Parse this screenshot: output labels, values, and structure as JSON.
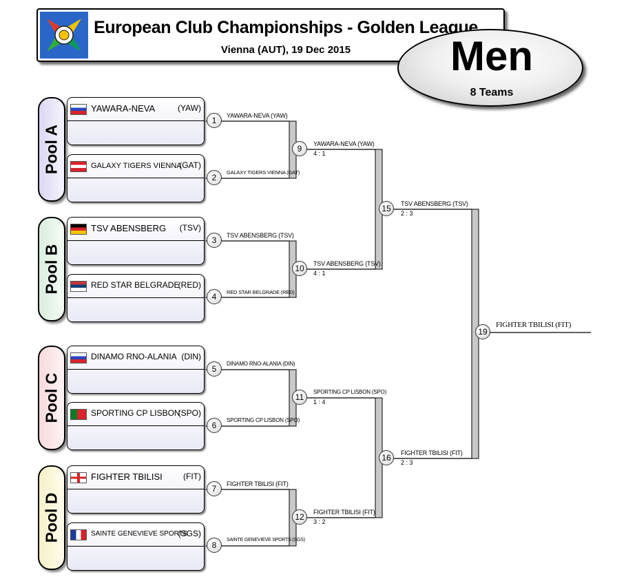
{
  "header": {
    "title": "European Club Championships - Golden League",
    "subtitle": "Vienna (AUT), 19 Dec 2015",
    "category": "Men",
    "teams_count": "8 Teams"
  },
  "pools": [
    "Pool A",
    "Pool B",
    "Pool C",
    "Pool D"
  ],
  "teams": [
    {
      "name": "YAWARA-NEVA",
      "code": "(YAW)",
      "flag": "russia"
    },
    {
      "name": "GALAXY TIGERS VIENNA",
      "code": "(GAT)",
      "flag": "austria"
    },
    {
      "name": "TSV ABENSBERG",
      "code": "(TSV)",
      "flag": "germany"
    },
    {
      "name": "RED STAR BELGRADE",
      "code": "(RED)",
      "flag": "serbia"
    },
    {
      "name": "DINAMO RNO-ALANIA",
      "code": "(DIN)",
      "flag": "russia"
    },
    {
      "name": "SPORTING CP LISBON",
      "code": "(SPO)",
      "flag": "portugal"
    },
    {
      "name": "FIGHTER TBILISI",
      "code": "(FIT)",
      "flag": "georgia"
    },
    {
      "name": "SAINTE GENEVIEVE SPORTS",
      "code": "(SGS)",
      "flag": "france"
    }
  ],
  "round1": [
    {
      "num": "1",
      "label": "YAWARA-NEVA  (YAW)"
    },
    {
      "num": "2",
      "label": "GALAXY TIGERS VIENNA  (GAT)"
    },
    {
      "num": "3",
      "label": "TSV ABENSBERG  (TSV)"
    },
    {
      "num": "4",
      "label": "RED STAR BELGRADE  (RED)"
    },
    {
      "num": "5",
      "label": "DINAMO RNO-ALANIA  (DIN)"
    },
    {
      "num": "6",
      "label": "SPORTING CP LISBON  (SPO)"
    },
    {
      "num": "7",
      "label": "FIGHTER TBILISI  (FIT)"
    },
    {
      "num": "8",
      "label": "SAINTE GENEVIEVE SPORTS  (SGS)"
    }
  ],
  "quarterfinals": [
    {
      "num": "9",
      "winner": "YAWARA-NEVA  (YAW)",
      "score": "4 : 1"
    },
    {
      "num": "10",
      "winner": "TSV ABENSBERG  (TSV)",
      "score": "4 : 1"
    },
    {
      "num": "11",
      "winner": "SPORTING CP LISBON  (SPO)",
      "score": "1 : 4"
    },
    {
      "num": "12",
      "winner": "FIGHTER TBILISI  (FIT)",
      "score": "3 : 2"
    }
  ],
  "semifinals": [
    {
      "num": "15",
      "winner": "TSV ABENSBERG  (TSV)",
      "score": "2 : 3"
    },
    {
      "num": "16",
      "winner": "FIGHTER TBILISI  (FIT)",
      "score": "2 : 3"
    }
  ],
  "final": {
    "num": "19",
    "winner": "FIGHTER TBILISI (FIT)"
  }
}
